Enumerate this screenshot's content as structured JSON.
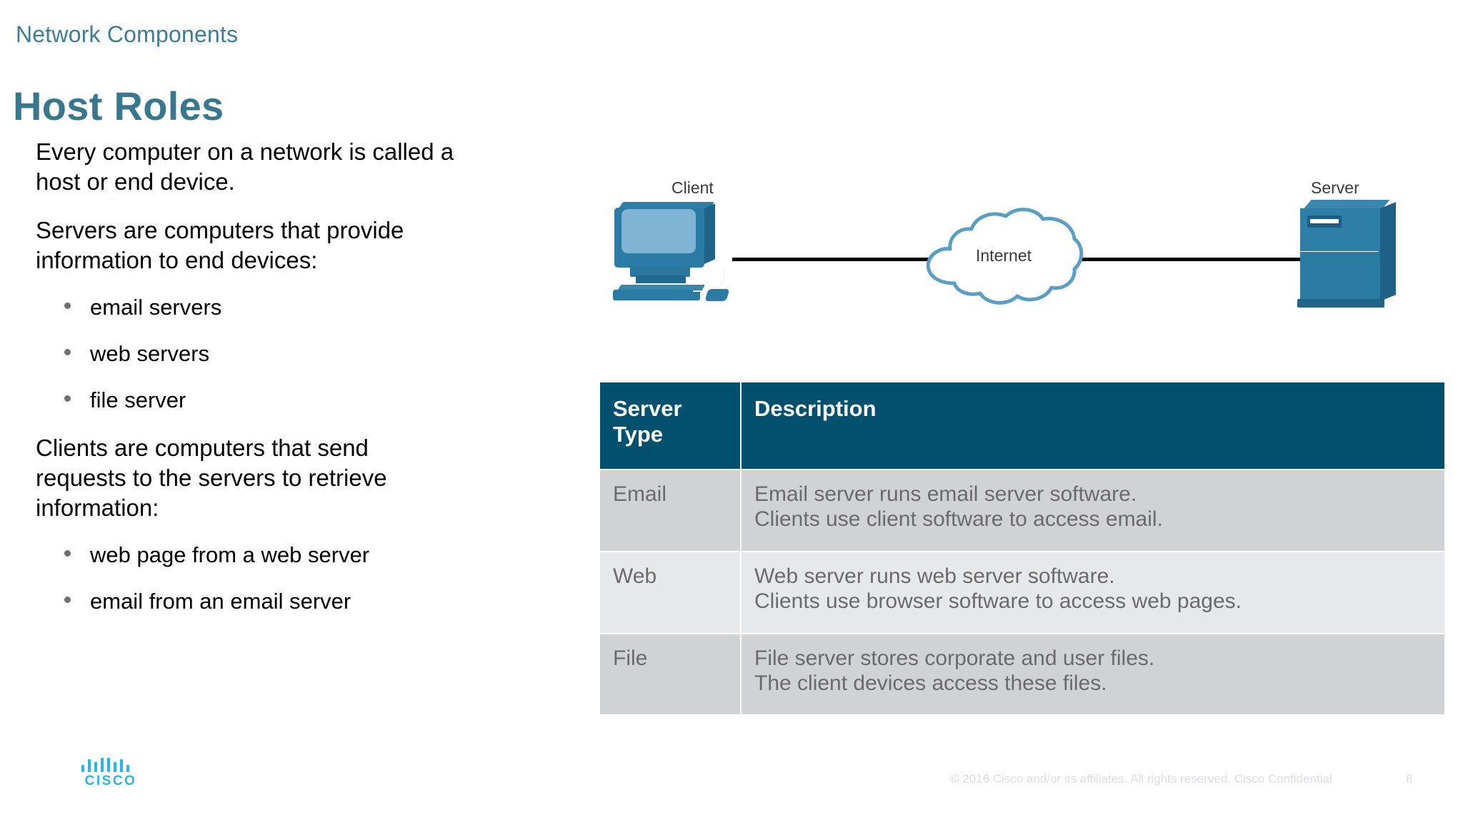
{
  "header": {
    "eyebrow": "Network Components",
    "title": "Host Roles"
  },
  "body": {
    "paragraphs": [
      "Every computer on a network is called a host or end device.",
      "Servers are computers that provide information to end devices:",
      "Clients are computers that send requests to the servers to retrieve information:"
    ],
    "server_bullets": [
      "email servers",
      "web servers",
      "file server"
    ],
    "client_bullets": [
      "web page from a web server",
      "email from an email server"
    ]
  },
  "diagram": {
    "client_label": "Client",
    "cloud_label": "Internet",
    "server_label": "Server",
    "client_icon": "desktop-computer-icon",
    "cloud_icon": "internet-cloud-icon",
    "server_icon": "server-tower-icon",
    "link_color": "#000000",
    "device_color": "#2b7ca4",
    "cloud_stroke": "#5b9ec4"
  },
  "table": {
    "columns": [
      "Server Type",
      "Description"
    ],
    "header_bg": "#01506e",
    "row_dark_bg": "#d0d2d4",
    "row_light_bg": "#e7e8e9",
    "rows": [
      {
        "type": "Email",
        "lines": [
          "Email server runs email server software.",
          "Clients use client software to access email."
        ]
      },
      {
        "type": "Web",
        "lines": [
          "Web server runs web server software.",
          "Clients use browser software to access web pages."
        ]
      },
      {
        "type": "File",
        "lines": [
          "File server stores corporate and user files.",
          "The client devices access these files."
        ]
      }
    ]
  },
  "footer": {
    "logo_word": "CISCO",
    "copyright": "© 2016  Cisco and/or its affiliates. All rights reserved.   Cisco Confidential",
    "page_number": "8",
    "brand_color": "#28b6e8"
  }
}
